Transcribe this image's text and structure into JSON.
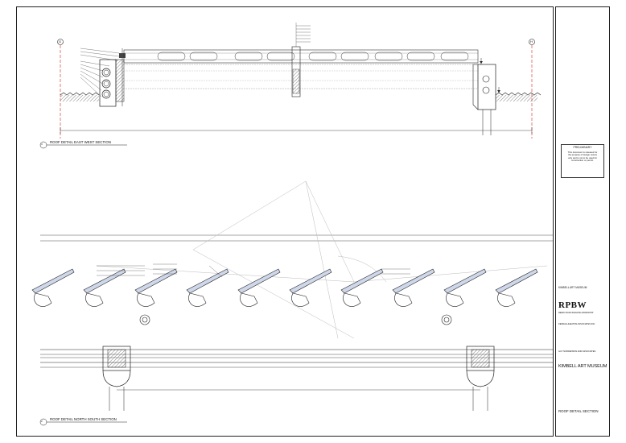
{
  "views": {
    "top": {
      "number": "3",
      "title": "ROOF DETAIL EAST WEST SECTION",
      "grid_left": "G",
      "grid_right": "H"
    },
    "bottom": {
      "number": "2",
      "title": "ROOF DETAIL NORTH SOUTH SECTION"
    }
  },
  "title_block": {
    "prelim_heading": "PRELIMINARY",
    "prelim_lines": [
      "This document is released for",
      "the purpose of design review",
      "only and is not to be used for",
      "construction or permit."
    ],
    "project_name": "KIMBELL ART MUSEUM",
    "architect": "RPBW",
    "architect_sub": "RENZO PIANO BUILDING WORKSHOP",
    "consultant_1": "KENDALL/HEATON ASSOCIATES INC.",
    "consultant_2": "GUY NORDENSON AND ASSOCIATES",
    "project_big": "KIMBELL ART MUSEUM",
    "sheet_title": "ROOF DETAIL SECTION"
  },
  "icons": {
    "north_arrow": "north-arrow-icon"
  }
}
